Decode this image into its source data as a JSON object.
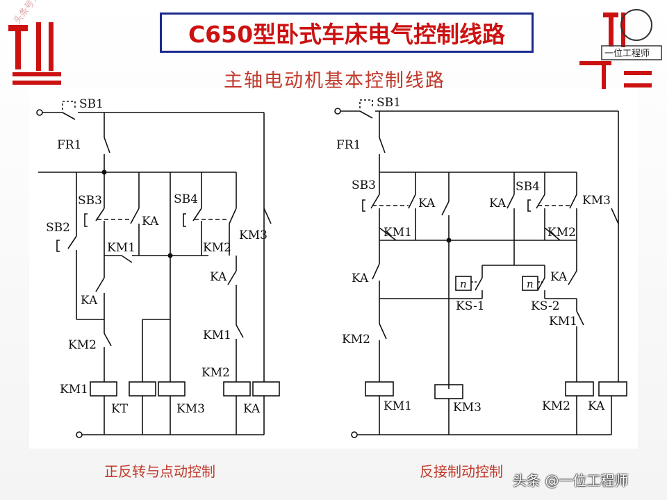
{
  "title": "C650型卧式车床电气控制线路",
  "subtitle": "主轴电动机基本控制线路",
  "left_caption": "正反转与点动控制",
  "right_caption": "反接制动控制",
  "watermark": "头条 @一位工程师",
  "logo_left_text": "头条号：一位工程师",
  "logo_right_text": "一位工程师",
  "left_labels": {
    "sb1": "SB1",
    "fr1": "FR1",
    "sb3": "SB3",
    "sb4": "SB4",
    "sb2": "SB2",
    "ka_a": "KA",
    "ka_b": "KA",
    "ka_c": "KA",
    "km1_contact": "KM1",
    "km2_contact": "KM2",
    "km3_contact": "KM3",
    "km2_nc": "KM2",
    "km1_nc": "KM1",
    "km2_coil_label": "KM2",
    "coil_km1": "KM1",
    "coil_kt": "KT",
    "coil_km3": "KM3",
    "coil_ka": "KA"
  },
  "right_labels": {
    "sb1": "SB1",
    "fr1": "FR1",
    "sb3": "SB3",
    "sb4": "SB4",
    "ka_a": "KA",
    "ka_b": "KA",
    "km3": "KM3",
    "km1": "KM1",
    "km2": "KM2",
    "ka_c": "KA",
    "ka_d": "KA",
    "ks1": "KS-1",
    "ks2": "KS-2",
    "km1_nc": "KM1",
    "km2_nc": "KM2",
    "coil_km1": "KM1",
    "coil_km3": "KM3",
    "coil_km2": "KM2",
    "coil_ka": "KA",
    "n1": "n",
    "n2": "n"
  },
  "colors": {
    "title": "#cc1111",
    "frame": "#1a2a8c",
    "caption": "#c0392b",
    "logo": "#cc1111"
  }
}
